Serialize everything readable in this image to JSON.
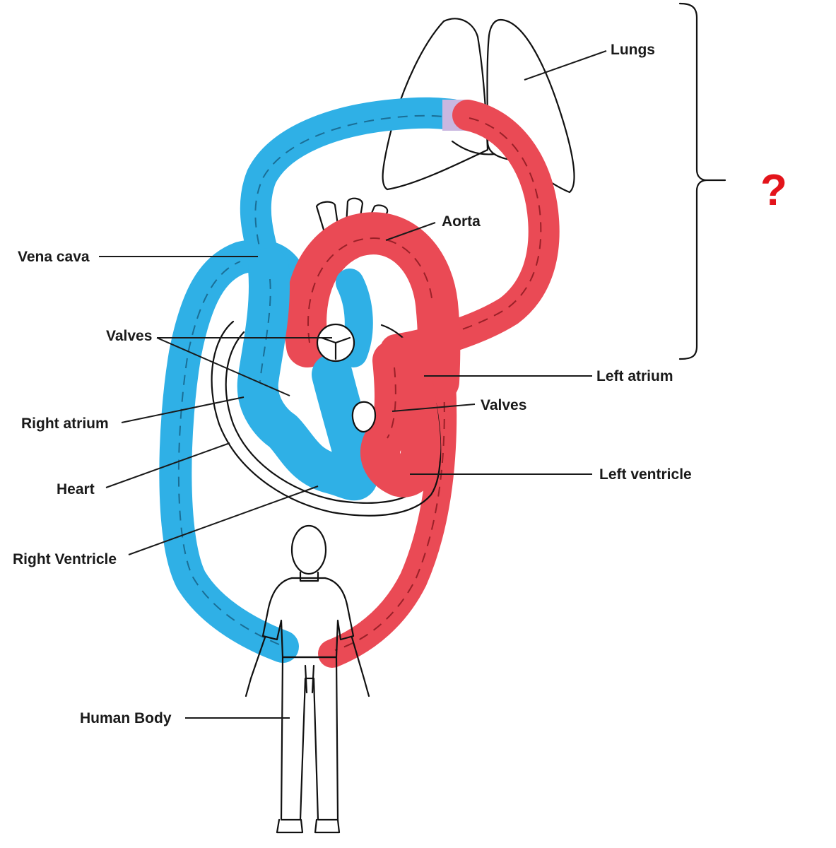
{
  "labels": {
    "lungs": "Lungs",
    "aorta": "Aorta",
    "vena_cava": "Vena cava",
    "valves_right": "Valves",
    "valves_left": "Valves",
    "left_atrium": "Left atrium",
    "right_atrium": "Right atrium",
    "heart": "Heart",
    "left_ventricle": "Left ventricle",
    "right_ventricle": "Right Ventricle",
    "human_body": "Human Body"
  },
  "question": "?",
  "colors": {
    "deoxygenated": "#2fb0e6",
    "oxygenated": "#ea4a55",
    "mixed": "#c9b7e0",
    "question": "#e3141b"
  }
}
